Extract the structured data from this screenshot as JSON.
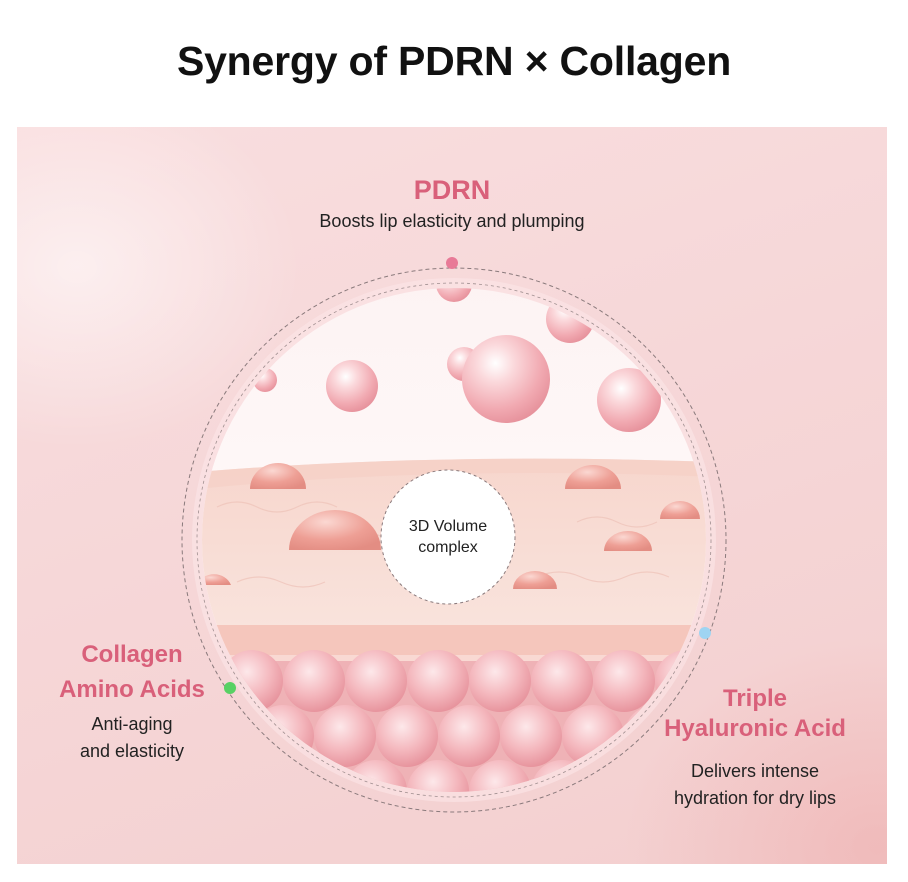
{
  "title": "Synergy of PDRN × Collagen",
  "colors": {
    "heading_accent": "#d9607a",
    "pdrn_dot": "#e87a97",
    "collagen_dot": "#58d164",
    "hyaluronic_dot": "#9fd4f2"
  },
  "pdrn": {
    "heading": "PDRN",
    "description": "Boosts lip elasticity and plumping"
  },
  "collagen": {
    "heading_line1": "Collagen",
    "heading_line2": "Amino Acids",
    "desc_line1": "Anti-aging",
    "desc_line2": "and elasticity"
  },
  "hyaluronic": {
    "heading_line1": "Triple",
    "heading_line2": "Hyaluronic Acid",
    "desc_line1": "Delivers intense",
    "desc_line2": "hydration for dry lips"
  },
  "center": {
    "line1": "3D Volume",
    "line2": "complex"
  }
}
